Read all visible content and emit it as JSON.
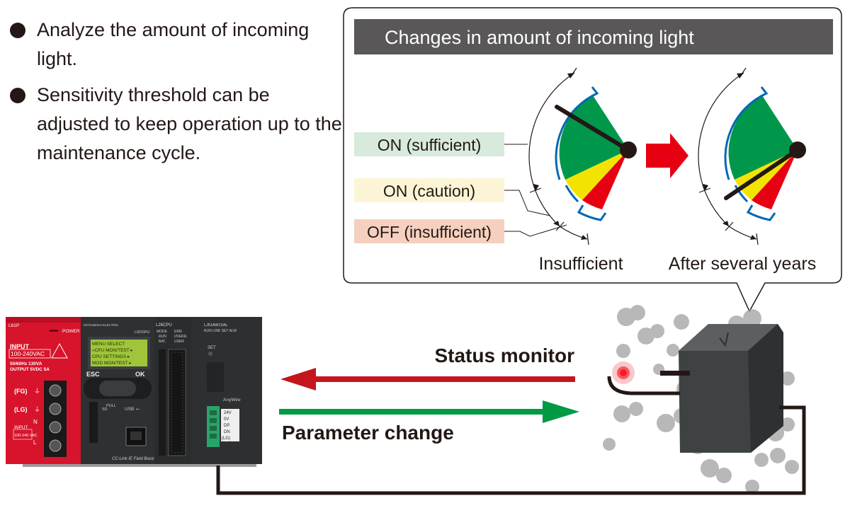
{
  "bullets": [
    {
      "text": "Analyze the amount of incoming light."
    },
    {
      "text": "Sensitivity threshold can be adjusted to keep operation up to the maintenance cycle."
    }
  ],
  "callout": {
    "title": "Changes in amount of incoming light",
    "labels": {
      "on_sufficient": "ON (sufficient)",
      "on_caution": "ON (caution)",
      "off_insufficient": "OFF (insufficient)"
    },
    "gauge_captions": {
      "before": "Insufficient",
      "after": "After several years"
    }
  },
  "arrows": {
    "status_monitor": "Status monitor",
    "parameter_change": "Parameter change"
  },
  "plc": {
    "power_module": {
      "model": "L61P",
      "power_led": "POWER",
      "input_label": "INPUT",
      "input_range": "100-240VAC",
      "spec_line1": "50/60Hz 130VA",
      "spec_line2": "OUTPUT 5VDC 5A",
      "terminal_fg": "(FG)",
      "terminal_lg": "(LG)",
      "terminal_n": "N",
      "terminal_l": "L",
      "input_box_title": "INPUT",
      "input_box_range": "100-240 VAC"
    },
    "display_module": {
      "brand": "MITSUBISHI ELECTRIC",
      "model": "L6DSPU",
      "lcd_lines": [
        "MENU SELECT",
        "»CPU MON/TEST ▸",
        " CPU SETTINGS ▸",
        " MOD MON/TEST ▸"
      ],
      "esc_label": "ESC",
      "ok_label": "OK",
      "pull_label": "PULL",
      "usb_label": "USB",
      "sd_label": "SD",
      "cc_link": "CC-Link IE Field Basic"
    },
    "cpu_module": {
      "model": "L26CPU",
      "status_left": [
        "MODE",
        "RUN",
        "BAT."
      ],
      "status_right": [
        "ERR.",
        "I/OERR.",
        "USER"
      ]
    },
    "anywire_module": {
      "model": "LJ51AW12AL",
      "leds": "RUN LINK SET ALM",
      "set_label": "SET",
      "brand": "AnyWire",
      "terminals": [
        "24V",
        "0V",
        "DP",
        "DN",
        "(LG)"
      ]
    }
  },
  "colors": {
    "green": "#00974b",
    "yellow": "#f2e400",
    "red": "#e60012",
    "blue": "#0068b7",
    "label_green_bg": "#d7eadb",
    "label_yellow_bg": "#fbf5d6",
    "label_red_bg": "#f5d0be",
    "status_arrow": "#c4161c",
    "param_arrow": "#009944",
    "title_bar": "#595757"
  }
}
